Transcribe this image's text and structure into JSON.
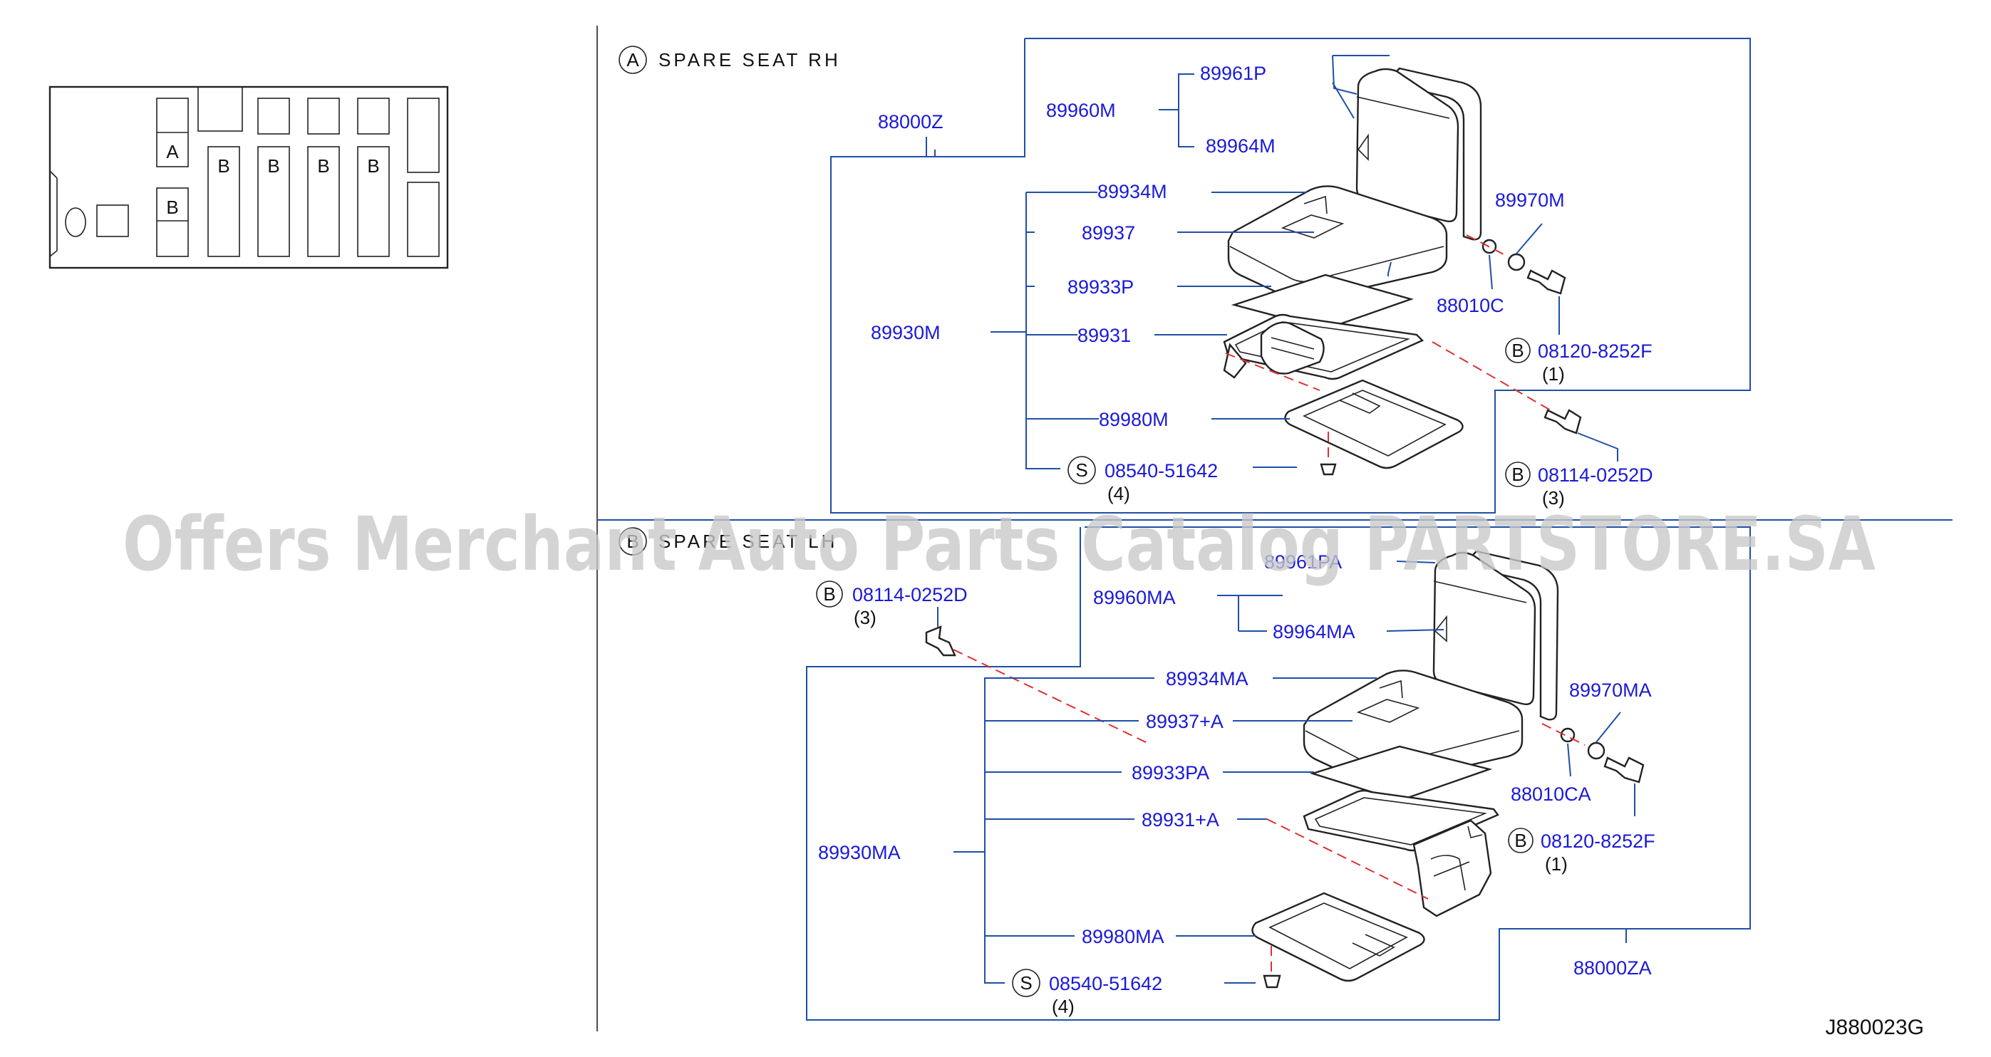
{
  "watermark": "Offers Merchant Auto Parts Catalog PARTSTORE.SA",
  "diagram_code": "J880023G",
  "key_map": {
    "label_a": "A",
    "label_b": "B"
  },
  "sections": {
    "rh": {
      "badge": "A",
      "title": "SPARE SEAT RH",
      "labels": {
        "assembly": "88000Z",
        "back": "89960M",
        "back_pad": "89961P",
        "back_trim": "89964M",
        "cushion_group": "89930M",
        "cushion_trim": "89934M",
        "cushion_cover": "89937",
        "cushion_pad": "89933P",
        "cushion_frame": "89931",
        "cover_plate": "89980M",
        "hinge": "89970M",
        "washer": "88010C"
      },
      "fasteners": {
        "bolt_upper": {
          "badge": "B",
          "part": "08120-8252F",
          "qty": "(1)"
        },
        "bolt_lower": {
          "badge": "B",
          "part": "08114-0252D",
          "qty": "(3)"
        },
        "screw": {
          "badge": "S",
          "part": "08540-51642",
          "qty": "(4)"
        }
      }
    },
    "lh": {
      "badge": "B",
      "title": "SPARE SEAT LH",
      "labels": {
        "assembly": "88000ZA",
        "back": "89960MA",
        "back_pad": "89961PA",
        "back_trim": "89964MA",
        "cushion_group": "89930MA",
        "cushion_trim": "89934MA",
        "cushion_cover": "89937+A",
        "cushion_pad": "89933PA",
        "cushion_frame": "89931+A",
        "cover_plate": "89980MA",
        "hinge": "89970MA",
        "washer": "88010CA"
      },
      "fasteners": {
        "bolt_upper": {
          "badge": "B",
          "part": "08120-8252F",
          "qty": "(1)"
        },
        "bolt_lower": {
          "badge": "B",
          "part": "08114-0252D",
          "qty": "(3)"
        },
        "screw": {
          "badge": "S",
          "part": "08540-51642",
          "qty": "(4)"
        }
      }
    }
  }
}
